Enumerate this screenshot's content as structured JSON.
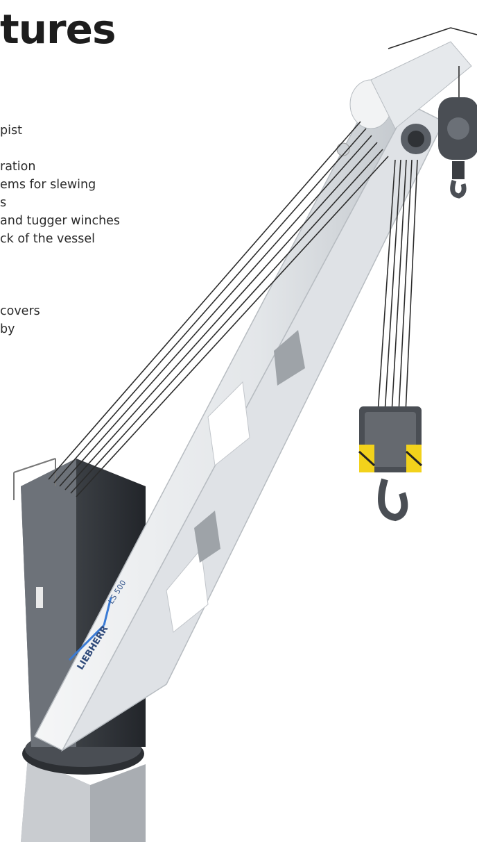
{
  "page": {
    "title": "tures"
  },
  "features": [
    "pist",
    "",
    "ration",
    "ems for slewing",
    "s",
    "and tugger winches",
    "ck of the vessel",
    "",
    "",
    "",
    "covers",
    "by"
  ],
  "crane": {
    "brand_mark": "LIEBHERR",
    "model_label": "LS 500",
    "colors": {
      "boom": "#e9ecef",
      "boom_shade": "#c9ced3",
      "pedestal": "#3b3f44",
      "pedestal_light": "#5a5f66",
      "rope": "#2b2b2b",
      "accent_blue": "#3a7bd5",
      "hazard_yellow": "#f2d21b"
    }
  }
}
